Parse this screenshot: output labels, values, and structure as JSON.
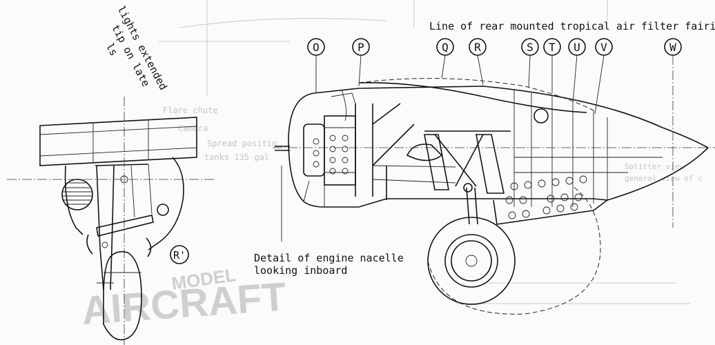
{
  "annotations": {
    "fairing_line": "Line of rear mounted tropical air filter fairing",
    "nacelle_detail_line1": "Detail of engine nacelle",
    "nacelle_detail_line2": "looking inboard",
    "partial_note_line1": "lights extended",
    "partial_note_line2": "tip on late",
    "partial_note_line3": "ls"
  },
  "station_markers": [
    {
      "letter": "O"
    },
    {
      "letter": "P"
    },
    {
      "letter": "Q"
    },
    {
      "letter": "R"
    },
    {
      "letter": "S"
    },
    {
      "letter": "T"
    },
    {
      "letter": "U"
    },
    {
      "letter": "V"
    },
    {
      "letter": "W"
    }
  ],
  "section_marker": {
    "label": "R'"
  },
  "faded_backdrop": {
    "watermark_top": "MODEL",
    "watermark_bottom": "AIRCRAFT",
    "ghost_texts": [
      "Flare chute",
      "Camera",
      "Spread positio",
      "tanks 135 gal",
      "Splitter view",
      "general view of c"
    ]
  },
  "colors": {
    "ink": "#111111",
    "paper": "#fbfbfb",
    "ghost": "#cfcfcf"
  }
}
